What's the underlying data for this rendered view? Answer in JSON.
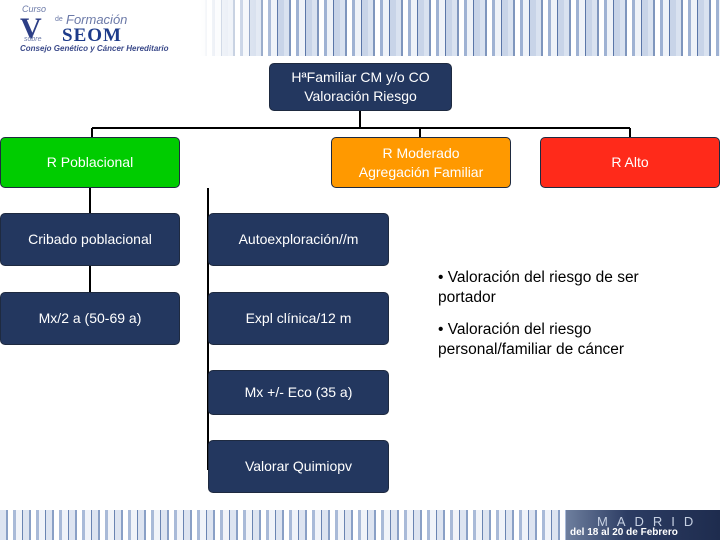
{
  "header": {
    "logo": {
      "numeral": "V",
      "curso": "Curso",
      "de": "de",
      "formacion": "Formación",
      "seom": "SEOM",
      "sobre": "sobre",
      "consejo": "Consejo Genético y Cáncer Hereditario"
    }
  },
  "diagram": {
    "root": "HªFamiliar CM y/o CO\nValoración Riesgo",
    "levels": {
      "poblacional": "R Poblacional",
      "moderado": "R Moderado\nAgregación Familiar",
      "alto": "R Alto"
    },
    "poblacional_steps": [
      "Cribado poblacional",
      "Mx/2 a (50-69 a)"
    ],
    "moderado_steps": [
      "Autoexploración//m",
      "Expl clínica/12 m",
      "Mx +/- Eco (35 a)",
      "Valorar Quimiopv"
    ],
    "alto_bullets": [
      "• Valoración del riesgo de ser portador",
      "• Valoración del riesgo personal/familiar de cáncer"
    ]
  },
  "colors": {
    "navy_box": "#23375f",
    "green": "#00cc00",
    "orange": "#ff9900",
    "red": "#ff2a1a"
  },
  "footer": {
    "city": "MADRID",
    "dates": "del 18 al 20 de Febrero"
  }
}
